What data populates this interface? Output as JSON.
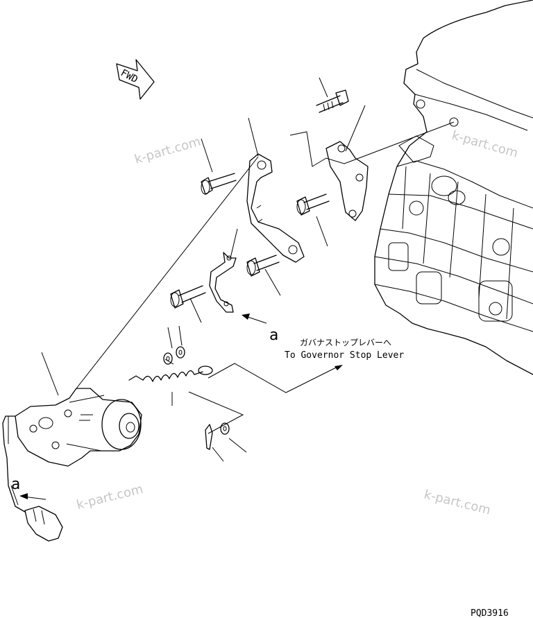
{
  "direction_marker": "FWD",
  "callout_letter": "a",
  "callout_letter_lower": "a",
  "note_japanese": "ガバナストップレバーへ",
  "note_english": "To Governor Stop Lever",
  "watermark": "k-part.com",
  "drawing_code": "PQD3916"
}
